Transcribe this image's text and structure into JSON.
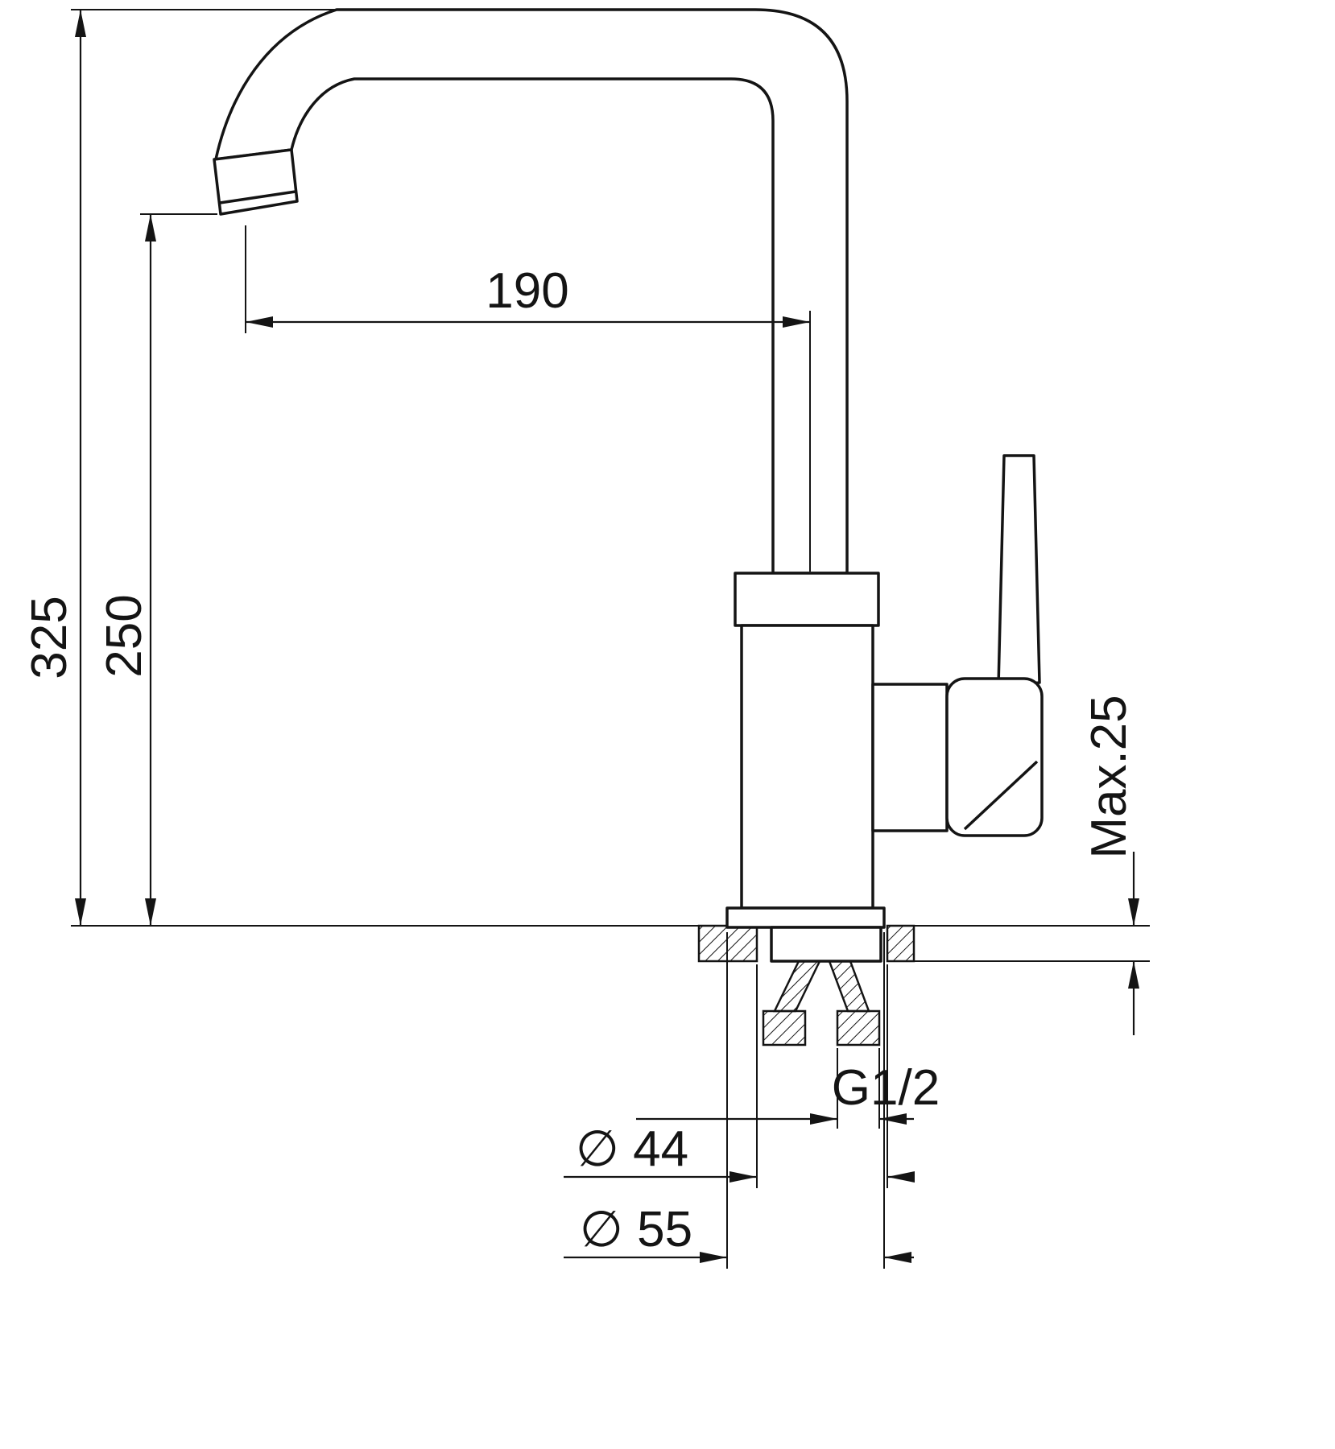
{
  "drawing": {
    "background": "#ffffff",
    "line_color": "#141414",
    "subject": "single-lever-kitchen-faucet-side-view"
  },
  "labels": {
    "spout_reach": "190",
    "total_height": "325",
    "spout_height": "250",
    "max_deck_thickness": "Max.25",
    "thread_size": "G1/2",
    "hole_diameter": "∅ 44",
    "base_diameter": "∅ 55"
  }
}
